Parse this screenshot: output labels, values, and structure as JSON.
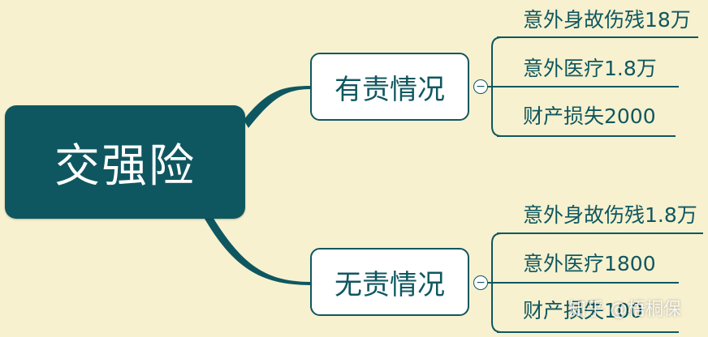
{
  "root": {
    "label": "交强险"
  },
  "branches": [
    {
      "label": "有责情况",
      "collapse_symbol": "−",
      "leaves": [
        {
          "label": "意外身故伤残18万"
        },
        {
          "label": "意外医疗1.8万"
        },
        {
          "label": "财产损失2000"
        }
      ]
    },
    {
      "label": "无责情况",
      "collapse_symbol": "−",
      "leaves": [
        {
          "label": "意外身故伤残1.8万"
        },
        {
          "label": "意外医疗1800"
        },
        {
          "label": "财产损失100"
        }
      ]
    }
  ],
  "watermark": "知乎 @梧桐保",
  "colors": {
    "background": "#f7f1cf",
    "node_fill": "#0f5760",
    "line": "#0f5760"
  }
}
